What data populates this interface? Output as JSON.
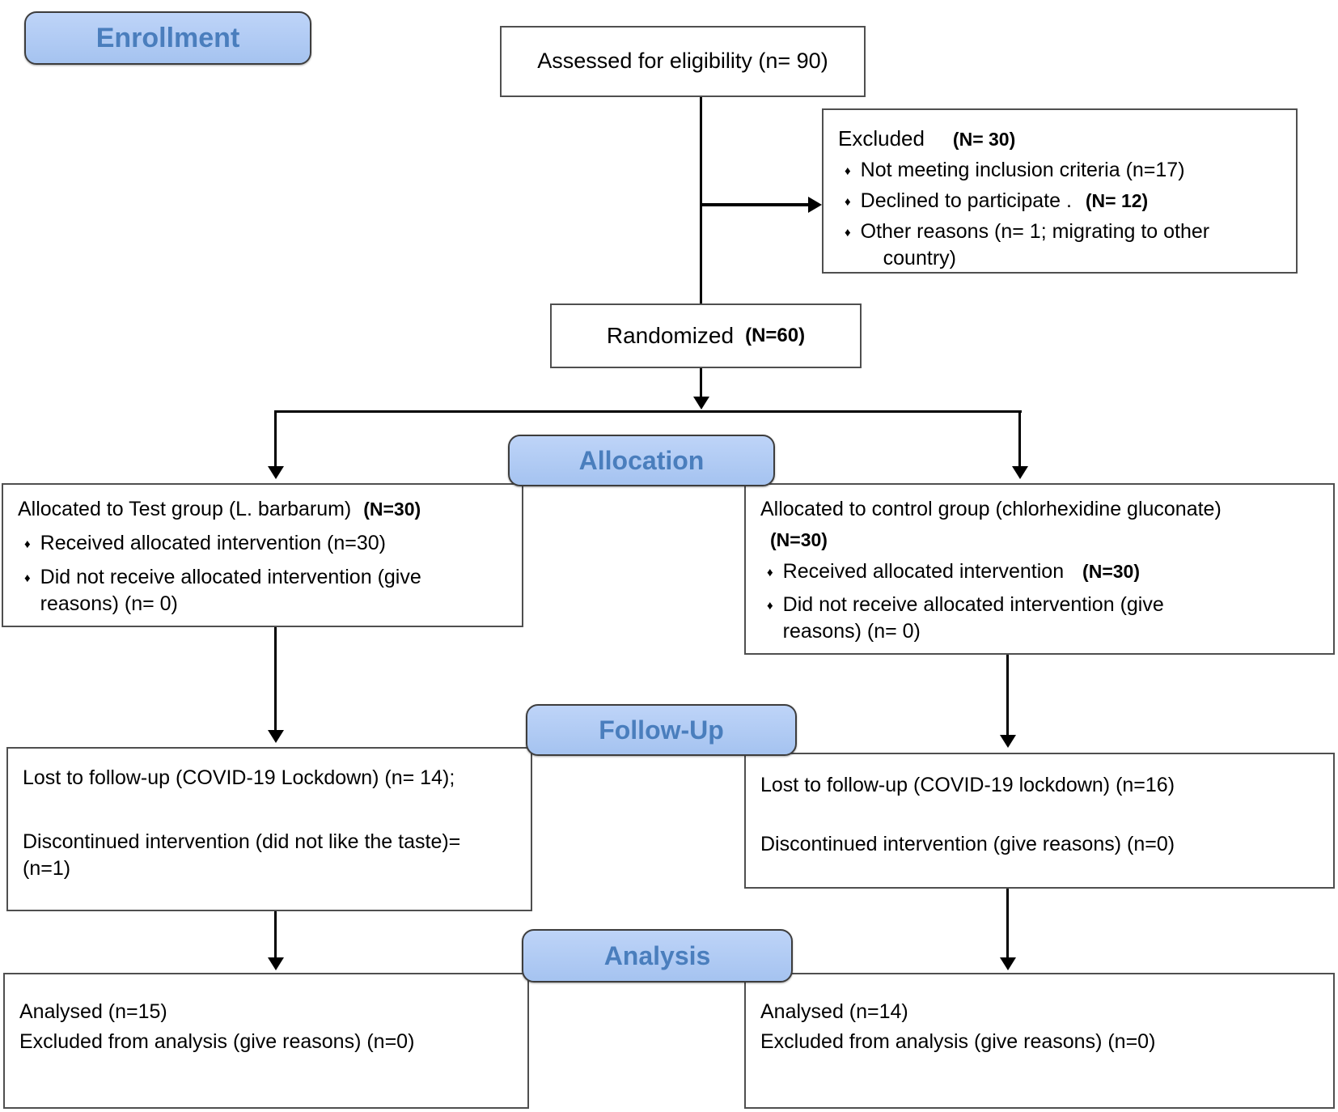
{
  "palette": {
    "badge_fill_top": "#bed4f8",
    "badge_fill_bottom": "#a5c3f0",
    "badge_text": "#4a7ebd",
    "badge_border": "#3d3d3d",
    "box_border": "#4f4f4f",
    "line_color": "#000000",
    "text_color": "#000000"
  },
  "glyphs": {
    "bullet": "♦"
  },
  "badges": {
    "enrollment": "Enrollment",
    "allocation": "Allocation",
    "followup": "Follow-Up",
    "analysis": "Analysis"
  },
  "assessed": {
    "text": "Assessed for eligibility (n= 90)"
  },
  "excluded": {
    "title": "Excluded",
    "title_n": "(N= 30)",
    "bullet1": "Not meeting inclusion criteria (n=17)",
    "bullet2": "Declined to participate .",
    "bullet2_n": "(N= 12)",
    "bullet3_line1": "Other reasons (n= 1; migrating to other",
    "bullet3_line2": "country)"
  },
  "randomized": {
    "text": "Randomized",
    "n": "(N=60)"
  },
  "alloc_left": {
    "title": "Allocated to Test group (L. barbarum)",
    "title_n": "(N=30)",
    "bullet1": "Received allocated intervention (n=30)",
    "bullet2": "Did not receive allocated intervention (give reasons) (n= 0)"
  },
  "alloc_right": {
    "title": "Allocated to control group (chlorhexidine gluconate)",
    "title_n": "(N=30)",
    "bullet1": "Received allocated intervention",
    "bullet1_n": "(N=30)",
    "bullet2": "Did not receive allocated intervention (give reasons) (n= 0)"
  },
  "followup_left": {
    "line1": "Lost to follow-up (COVID-19 Lockdown) (n= 14);",
    "line2": "Discontinued intervention (did not like the taste)=(n=1)"
  },
  "followup_right": {
    "line1": "Lost to follow-up (COVID-19 lockdown) (n=16)",
    "line2": "Discontinued intervention (give reasons) (n=0)"
  },
  "analysis_left": {
    "line1": "Analysed (n=15)",
    "line2": "Excluded from analysis (give reasons) (n=0)"
  },
  "analysis_right": {
    "line1": "Analysed (n=14)",
    "line2": "Excluded from analysis (give reasons) (n=0)"
  }
}
